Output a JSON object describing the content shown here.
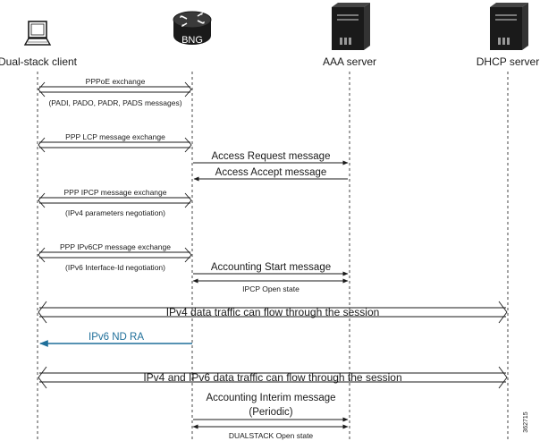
{
  "participants": {
    "client": "Dual-stack client",
    "bng": "BNG",
    "aaa": "AAA server",
    "dhcp": "DHCP server"
  },
  "messages": {
    "pppoe": "PPPoE exchange",
    "pppoe_sub": "(PADI, PADO, PADR, PADS messages)",
    "lcp": "PPP LCP message exchange",
    "access_request": "Access Request message",
    "access_accept": "Access Accept message",
    "ipcp": "PPP IPCP message exchange",
    "ipcp_sub": "(IPv4 parameters negotiation)",
    "ipv6cp": "PPP IPv6CP message exchange",
    "ipv6cp_sub": "(IPv6 Interface-Id negotiation)",
    "acct_start": "Accounting Start message",
    "ipcp_open": "IPCP Open state",
    "ipv4_traffic": "IPv4 data traffic can flow through the session",
    "nd_ra": "IPv6 ND RA",
    "dual_traffic": "IPv4 and IPv6 data traffic can flow through the session",
    "acct_interim": "Accounting Interim message",
    "acct_interim_sub": "(Periodic)",
    "dualstack_open": "DUALSTACK Open state"
  },
  "figure_id": "362715",
  "colors": {
    "line": "#1a1a1a",
    "accent": "#1f6f9a"
  }
}
